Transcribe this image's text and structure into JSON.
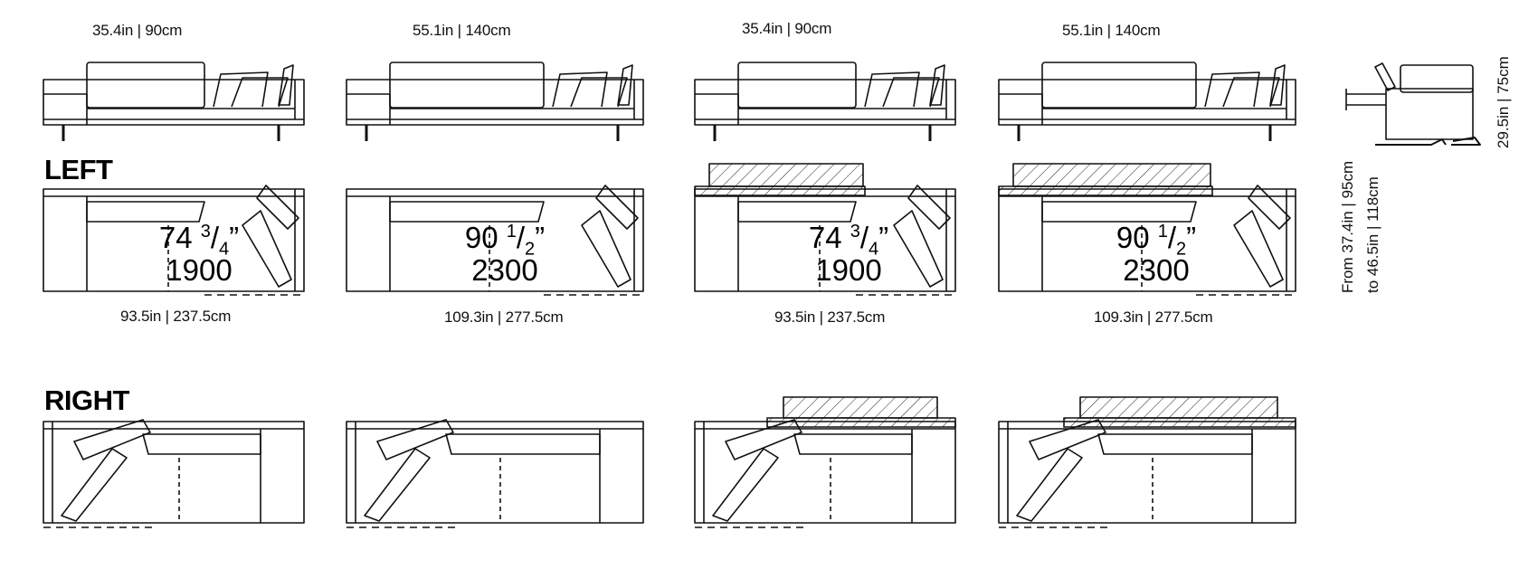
{
  "sections": {
    "left": "LEFT",
    "right": "RIGHT"
  },
  "variants": [
    {
      "top_dim": "35.4in | 90cm",
      "bottom_dim": "93.5in | 237.5cm",
      "size_in": "74",
      "frac_num": "3",
      "frac_den": "4",
      "size_mm": "1900",
      "extension": false
    },
    {
      "top_dim": "55.1in | 140cm",
      "bottom_dim": "109.3in | 277.5cm",
      "size_in": "90",
      "frac_num": "1",
      "frac_den": "2",
      "size_mm": "2300",
      "extension": false
    },
    {
      "top_dim": "35.4in | 90cm",
      "bottom_dim": "93.5in | 237.5cm",
      "size_in": "74",
      "frac_num": "3",
      "frac_den": "4",
      "size_mm": "1900",
      "extension": true
    },
    {
      "top_dim": "55.1in | 140cm",
      "bottom_dim": "109.3in | 277.5cm",
      "size_in": "90",
      "frac_num": "1",
      "frac_den": "2",
      "size_mm": "2300",
      "extension": true
    }
  ],
  "side_view": {
    "height": "29.5in | 75cm",
    "depth_line1": "From 37.4in | 95cm",
    "depth_line2": "to 46.5in | 118cm"
  }
}
